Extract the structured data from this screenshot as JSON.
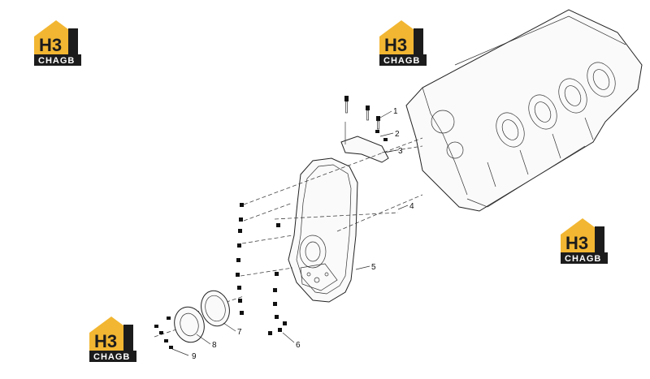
{
  "callouts": {
    "c1": "1",
    "c2": "2",
    "c3": "3",
    "c4": "4",
    "c5": "5",
    "c6": "6",
    "c7": "7",
    "c8": "8",
    "c9": "9"
  },
  "watermark": {
    "main": "H3",
    "sub": "CHAGB"
  },
  "colors": {
    "logo_yellow": "#f2b632",
    "logo_dark": "#1c1c1c"
  }
}
